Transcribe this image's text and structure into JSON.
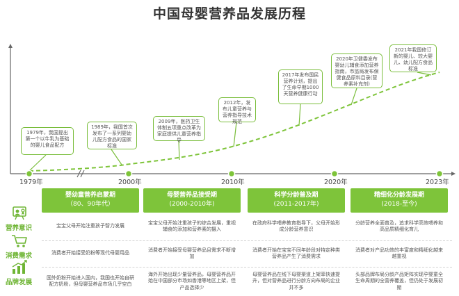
{
  "title": "中国母婴营养品发展历程",
  "timeline": {
    "axis_labels": [
      "1979年",
      "2000年",
      "2010年",
      "2020年",
      "2023年"
    ],
    "events": [
      {
        "text": "1979年，我国提出第一个以牛乳为基础的婴儿食品配方"
      },
      {
        "text": "1989年，我国首次发布了一系列婴幼儿配方食品的国家标准"
      },
      {
        "text": "2009年，医药卫生体制五项重点改革为家庭提供儿童营养指导"
      },
      {
        "text": "2012年，发布儿童营养与营养指导技术规范"
      },
      {
        "text": "2017年发布国民营养计划，提出了生命早期1000天营养健康行动"
      },
      {
        "text": "2020年卫健委发布婴幼儿辅食添加营养指南，市监局发布保健食品原料目录(营养素补充剂)"
      },
      {
        "text": "2021年我国修订新的婴儿、较大婴儿、幼儿配方食品标准"
      }
    ]
  },
  "stages": [
    {
      "name": "婴幼童营养启蒙期",
      "period": "（80、90年代）"
    },
    {
      "name": "母婴营养品接受期",
      "period": "(2000-2010年)"
    },
    {
      "name": "科学分龄普及期",
      "period": "(2011-2017年)"
    },
    {
      "name": "精细化分龄发展期",
      "period": "(2018-至今)"
    }
  ],
  "rows": [
    {
      "label": "营养意识",
      "icon": "user-award-icon",
      "cells": [
        "宝宝父母开始注重孩子智力发展",
        "宝宝父母开始注重孩子的综合发展，重视辅食的添加和营养素的摄入",
        "在政府科学喂养教育指导下，父母开始形成分龄营养意识",
        "分龄营养全面普及，追求科学高效喂养和高品质精细化育儿"
      ]
    },
    {
      "label": "消费需求",
      "icon": "shopping-cart-icon",
      "cells": [
        "消费者开始接受奶粉等现代母婴用品",
        "消费者开始接受母婴营养品且需求不断增加",
        "消费者开始在宝宝不同年龄段对特定种类营养品产生了消费需求",
        "消费者对产品功效的丰富度和精细化越来越重视"
      ]
    },
    {
      "label": "品牌发展",
      "icon": "growth-chart-icon",
      "cells": [
        "国外奶粉开始进入国内，我国也开始自研配方奶粉，但母婴营养品市场几乎空白",
        "海外开始出现少量营养品，母婴营养品开始在中国部分市场如香港等地区上架，但产品选择少",
        "母婴营养品在线下母婴渠道上架率快速提升，但对营养品进行分龄方向布局的企业并不多",
        "头部品牌布局分龄产品矩阵实现孕婴童全生命周期的全营养覆盖，但仍处于发展初期"
      ]
    }
  ]
}
